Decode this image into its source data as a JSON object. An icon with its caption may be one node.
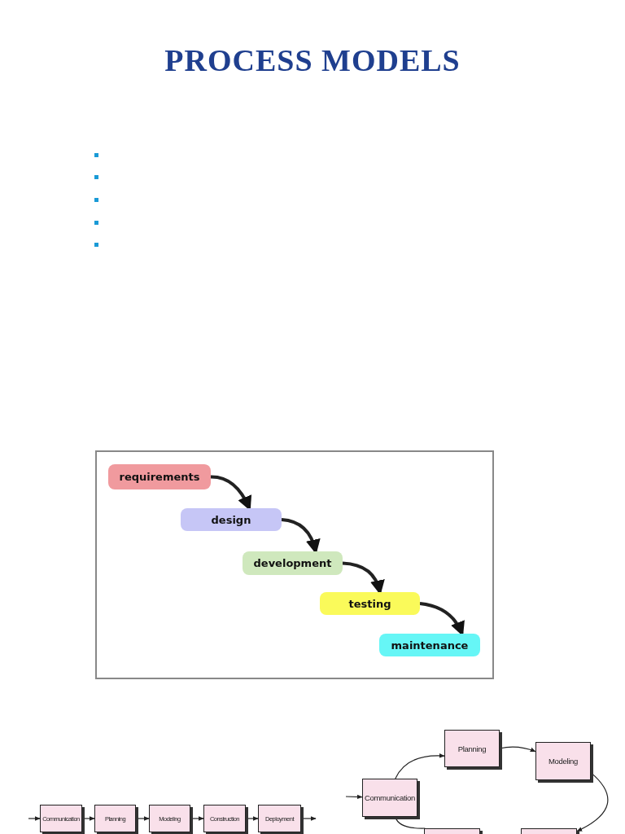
{
  "diagram": {
    "title": "PROCESS MODELS",
    "nodes": [
      {
        "text": [
          "requirements"
        ]
      },
      {
        "text": [
          "design"
        ]
      },
      {
        "text": [
          "development"
        ]
      },
      {
        "text": [
          "testing"
        ]
      },
      {
        "text": [
          "maintenance"
        ]
      },
      {
        "text": [
          "Communication"
        ]
      },
      {
        "text": [
          "Planning"
        ]
      },
      {
        "text": [
          "Modeling"
        ]
      },
      {
        "text": [
          "Construction"
        ]
      },
      {
        "text": [
          "Deployment"
        ]
      },
      {
        "text": [
          "Communication"
        ]
      },
      {
        "text": [
          "Planning"
        ]
      },
      {
        "text": [
          "Modeling"
        ]
      },
      {
        "text": [],
        "shape": "box"
      },
      {
        "text": [],
        "shape": "box"
      }
    ],
    "edges": [
      {
        "from": 0,
        "to": 1,
        "arrow": "to",
        "style": "thick"
      },
      {
        "from": 1,
        "to": 2,
        "arrow": "to",
        "style": "thick"
      },
      {
        "from": 2,
        "to": 3,
        "arrow": "to",
        "style": "thick"
      },
      {
        "from": 3,
        "to": 4,
        "arrow": "to",
        "style": "thick"
      },
      {
        "from": null,
        "to": 5,
        "arrow": "to"
      },
      {
        "from": 5,
        "to": 6,
        "arrow": "to"
      },
      {
        "from": 6,
        "to": 7,
        "arrow": "to"
      },
      {
        "from": 7,
        "to": 8,
        "arrow": "to"
      },
      {
        "from": 8,
        "to": 9,
        "arrow": "to"
      },
      {
        "from": 9,
        "to": null,
        "arrow": "to"
      },
      {
        "from": null,
        "to": 10,
        "arrow": "to"
      },
      {
        "from": 10,
        "to": 11,
        "arrow": "to"
      },
      {
        "from": 11,
        "to": 12,
        "arrow": "to"
      },
      {
        "from": 12,
        "to": 14,
        "arrow": "to"
      },
      {
        "from": 13,
        "to": 10,
        "arrow": "none"
      }
    ]
  }
}
